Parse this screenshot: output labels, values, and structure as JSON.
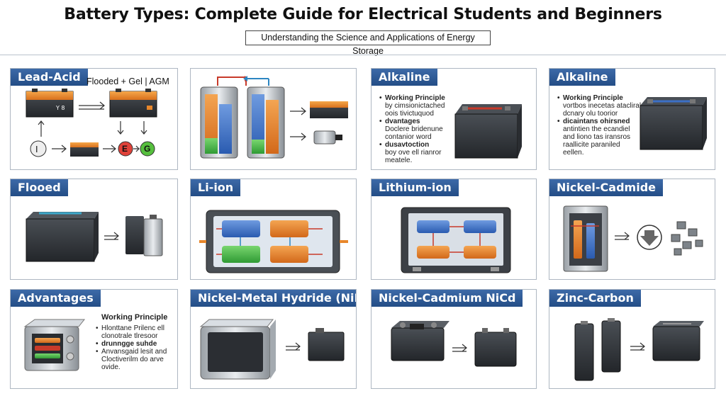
{
  "header": {
    "title": "Battery Types: Complete Guide for Electrical Students and Beginners",
    "subtitle": "Understanding the Science and Applications of Energy Storage"
  },
  "panels": [
    {
      "title": "Lead-Acid",
      "note": "Flooded + Gel | AGM",
      "nodes": [
        "E",
        "G"
      ]
    },
    {
      "title": ""
    },
    {
      "title": "Alkaline",
      "items": [
        {
          "head": "Working Principle",
          "lines": [
            "by cimsionictached",
            "oois tivictuquod"
          ]
        },
        {
          "head": "dvantages",
          "lines": [
            "Doclere bridenune",
            "contanior word"
          ]
        },
        {
          "head": "dusavtoction",
          "lines": [
            "boy ove ell rianror",
            "meatele."
          ]
        }
      ]
    },
    {
      "title": "Alkaline",
      "items": [
        {
          "head": "Working Principle",
          "lines": [
            "vortbos inecetas atacliral",
            "dcnary olu toorior"
          ]
        },
        {
          "head": "dicaintans ohirsned",
          "lines": [
            "antintien the ecandiel",
            "and liono tas iransros",
            "raallicite paraniled",
            "eellen."
          ]
        }
      ]
    },
    {
      "title": "Flooed"
    },
    {
      "title": "Li-ion"
    },
    {
      "title": "Lithium-ion"
    },
    {
      "title": "Nickel-Cadmide"
    },
    {
      "title": "Advantages",
      "head": "Working Principle",
      "lines": [
        {
          "text": "Hlonttane Prilenc ell",
          "bold": false,
          "bullet": true
        },
        {
          "text": "clonotrale tlresoor",
          "bold": false,
          "bullet": false
        },
        {
          "text": "drunngge suhde",
          "bold": true,
          "bullet": true
        },
        {
          "text": "Anvansgaid lesit and",
          "bold": false,
          "bullet": true
        },
        {
          "text": "Cloctiverilm do arve",
          "bold": false,
          "bullet": false
        },
        {
          "text": "ovide.",
          "bold": false,
          "bullet": false
        }
      ]
    },
    {
      "title": "Nickel-Metal Hydride (NiMH)"
    },
    {
      "title": "Nickel-Cadmium NiCd"
    },
    {
      "title": "Zinc-Carbon"
    }
  ],
  "colors": {
    "header_blue": "#2d5b97",
    "lead_orange": "#e8872b",
    "cell_blue": "#3b6fc6",
    "cell_green": "#45b348",
    "node_red": "#e0423a",
    "node_green": "#56bf3e",
    "casing_dark": "#34383d"
  },
  "icons": [
    "arrow-right-icon",
    "arrow-up-icon",
    "arrow-down-icon",
    "battery-icon"
  ]
}
